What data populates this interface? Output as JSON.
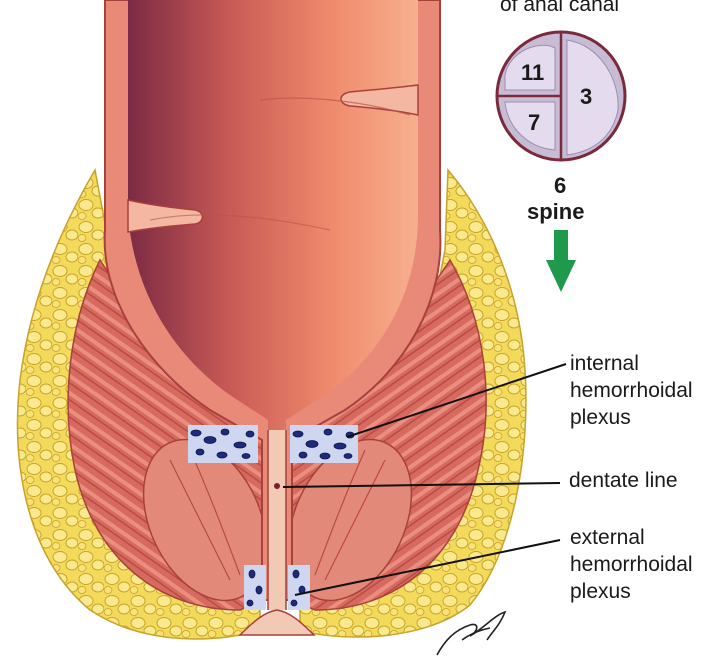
{
  "header_fragment": "of anal canal",
  "clock_positions": [
    "11",
    "3",
    "7"
  ],
  "direction_label": {
    "number": "6",
    "word": "spine"
  },
  "labels": {
    "internal": [
      "internal",
      "hemorrhoidal",
      "plexus"
    ],
    "dentate": "dentate line",
    "external": [
      "external",
      "hemorrhoidal",
      "plexus"
    ]
  },
  "signature": "Victoria Earle",
  "colors": {
    "fat": "#f0d548",
    "muscle": "#d9685c",
    "mucosa": "#e8907a",
    "lumen": "#8a2e46",
    "vein": "#1f2b7a",
    "arrow": "#1f9a4c",
    "circle_bg": "#c4b9d2"
  }
}
